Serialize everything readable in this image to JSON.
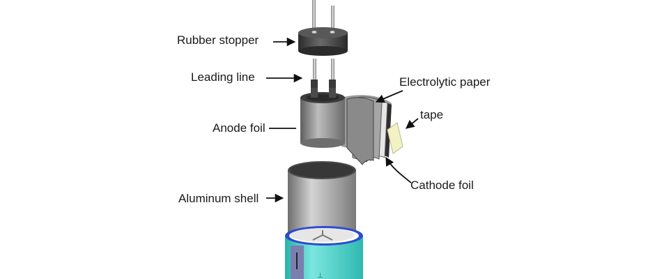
{
  "labels": {
    "rubber_stopper": "Rubber stopper",
    "leading_line": "Leading line",
    "anode_foil": "Anode foil",
    "aluminum_shell": "Aluminum shell",
    "electrolytic_paper": "Electrolytic paper",
    "tape": "tape",
    "cathode_foil": "Cathode foil"
  },
  "colors": {
    "stopper": "#3f3f3f",
    "foil": "#8c8c8c",
    "shell": "#9a9a9a",
    "sleeve": "#3fd1c9",
    "sleeve_stripe": "#7a7fb0",
    "tape": "#f3f2c4"
  }
}
